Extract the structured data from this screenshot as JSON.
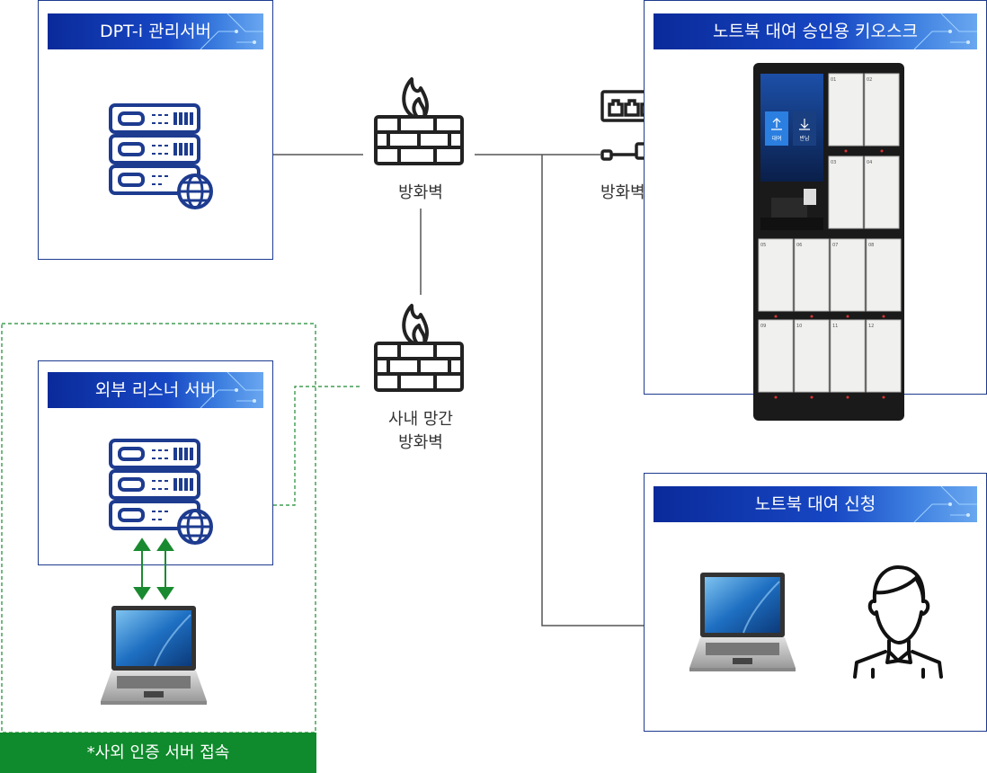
{
  "boxes": {
    "mgmt_server": "DPT-i 관리서버",
    "kiosk": "노트북 대여 승인용 키오스크",
    "listener": "외부 리스너 서버",
    "request": "노트북 대여 신청"
  },
  "firewalls": {
    "main": "방화벽",
    "nat": "방화벽(NAT)",
    "internal_line1": "사내 망간",
    "internal_line2": "방화벽"
  },
  "kiosk_screen": {
    "rent": "대여",
    "return": "반납"
  },
  "lockers": [
    "01",
    "02",
    "03",
    "04",
    "05",
    "06",
    "07",
    "08",
    "09",
    "10",
    "11",
    "12"
  ],
  "footer": "*사외 인증 서버 접속",
  "colors": {
    "accent": "#1d3b8f",
    "green": "#0f8a2c",
    "banner": "#1747c4"
  }
}
